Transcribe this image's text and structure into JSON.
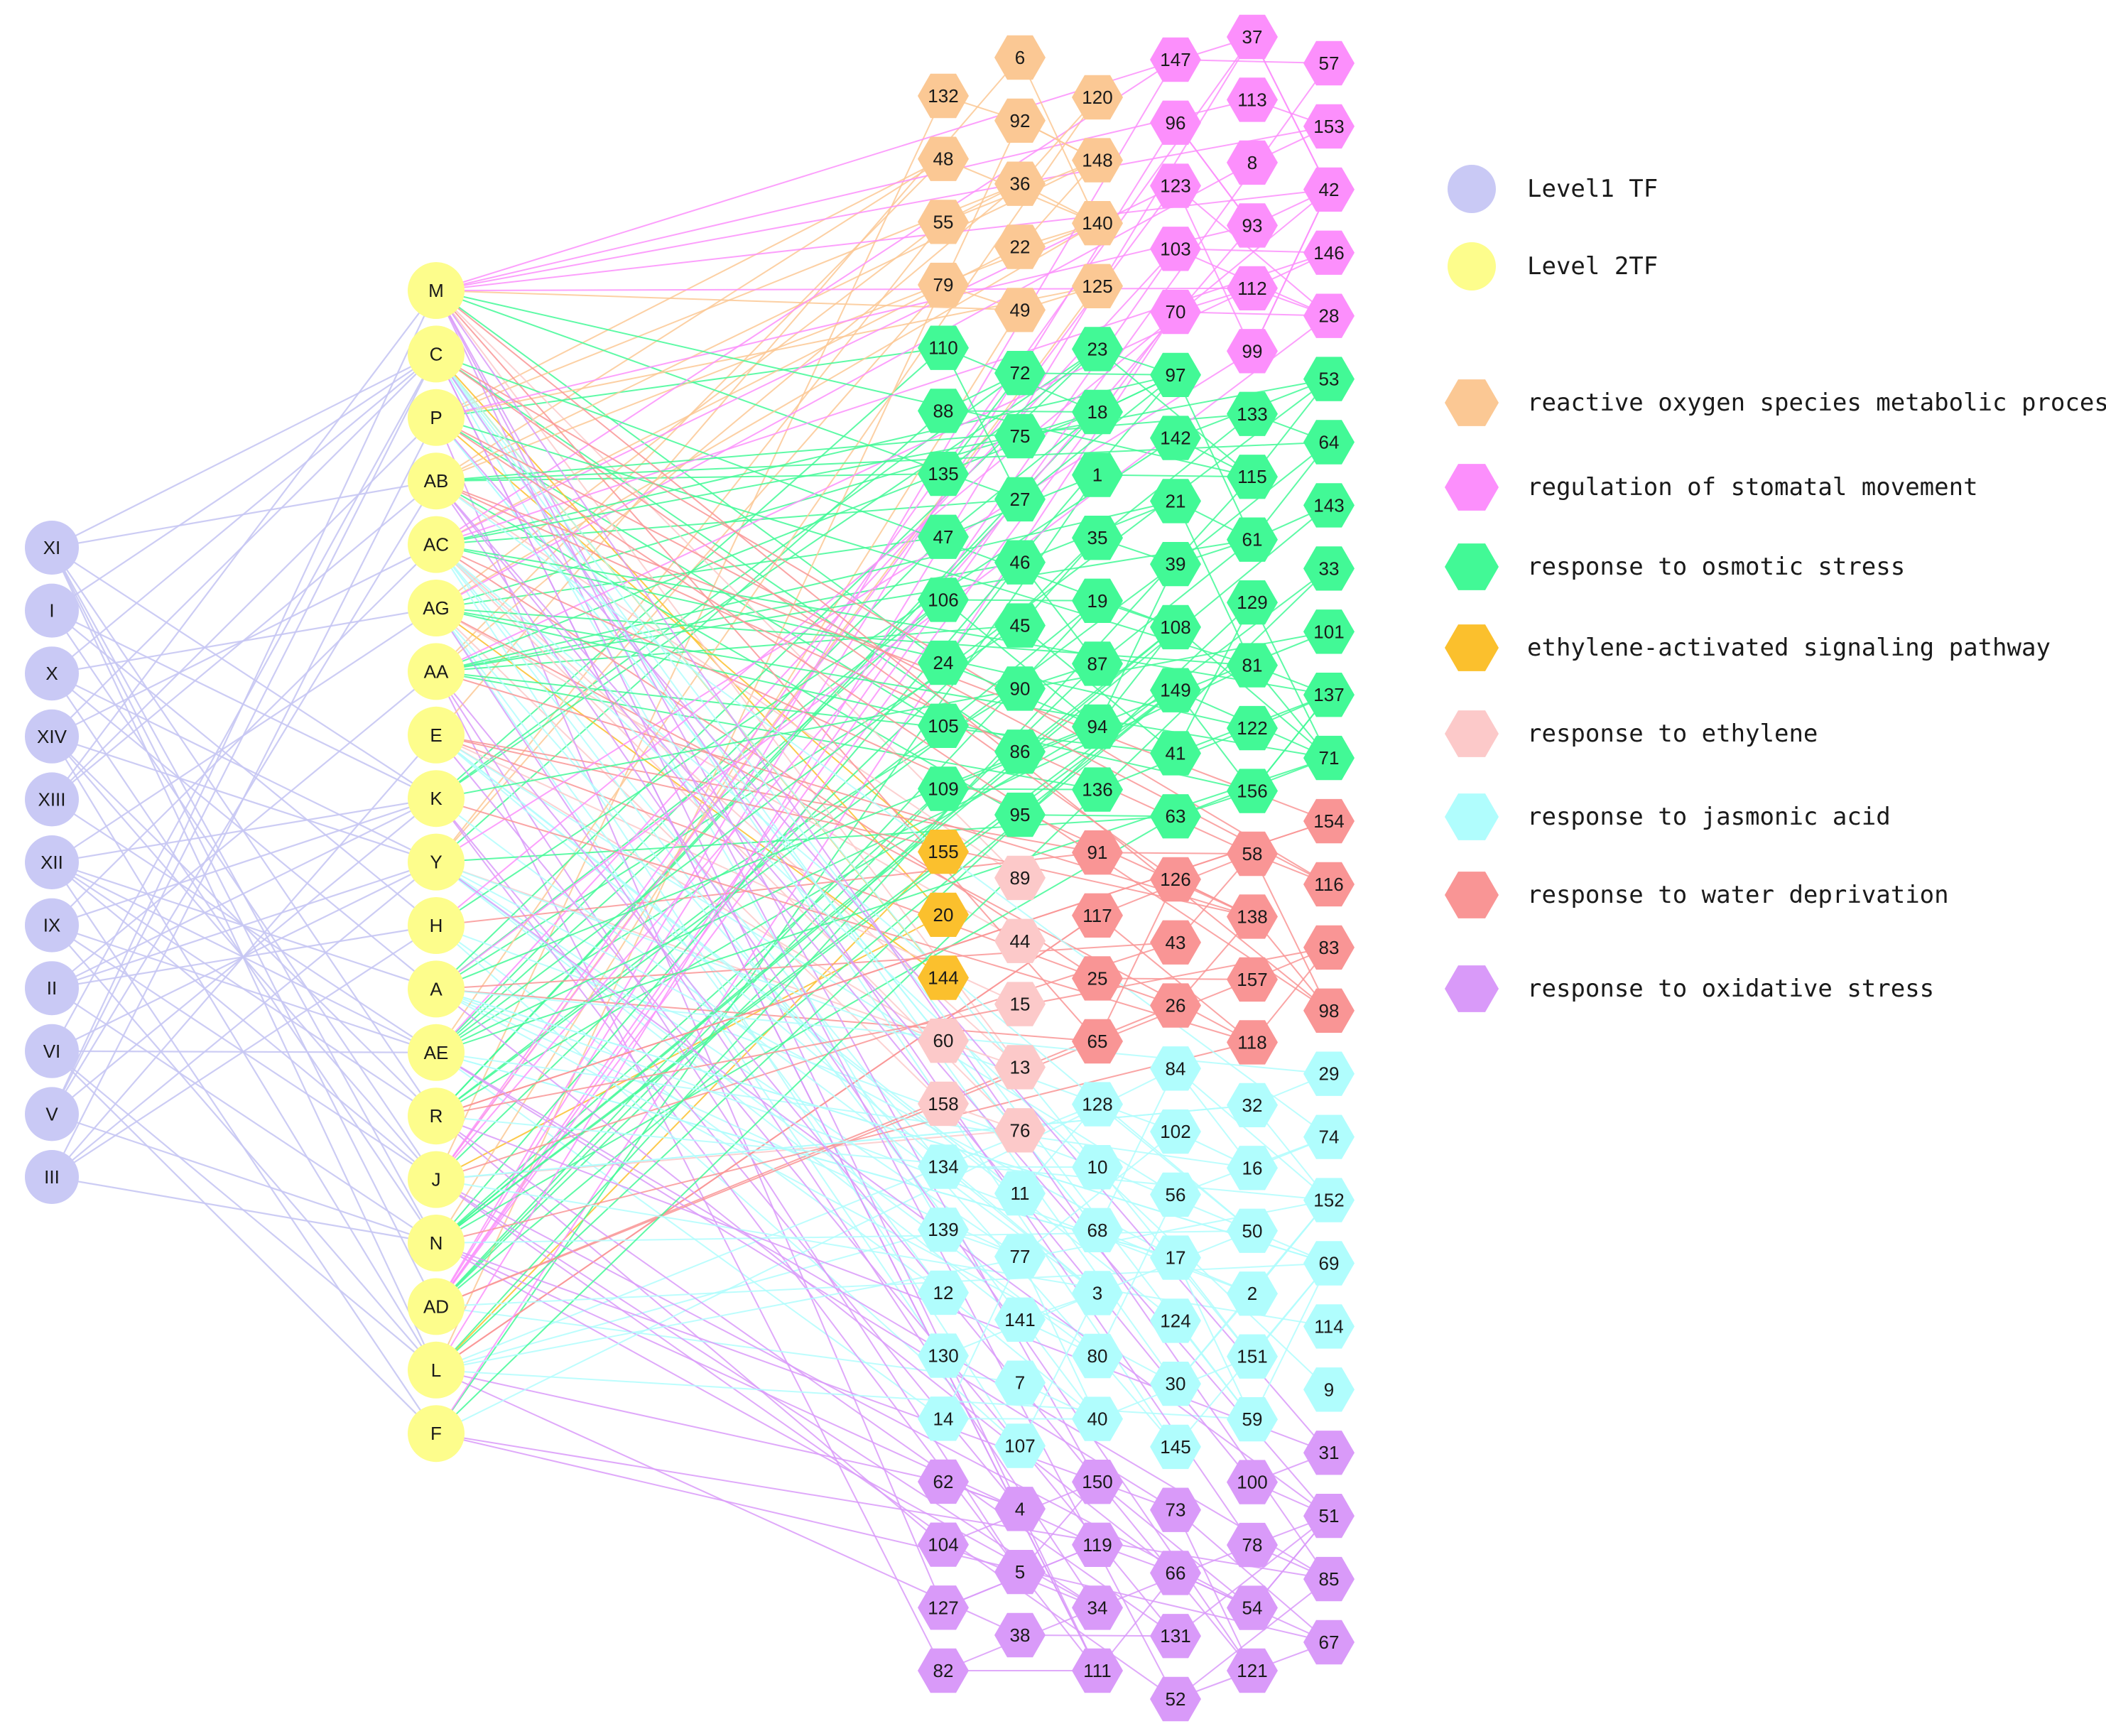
{
  "legend": {
    "tf": [
      {
        "key": "level1",
        "label": "Level1 TF"
      },
      {
        "key": "level2",
        "label": "Level 2TF"
      }
    ],
    "categories": [
      {
        "key": "ros",
        "label": "reactive oxygen species metabolic process"
      },
      {
        "key": "stomatal",
        "label": "regulation of stomatal movement"
      },
      {
        "key": "osmotic",
        "label": "response to osmotic stress"
      },
      {
        "key": "ethpath",
        "label": "ethylene-activated signaling pathway"
      },
      {
        "key": "ethylene",
        "label": "response to ethylene"
      },
      {
        "key": "jasmonic",
        "label": "response to jasmonic acid"
      },
      {
        "key": "water",
        "label": "response to water deprivation"
      },
      {
        "key": "oxidative",
        "label": "response to oxidative stress"
      }
    ]
  },
  "colors": {
    "level1": "#c9c9f5",
    "level2": "#fdfd8c",
    "ros": "#fbc894",
    "stomatal": "#fc8ffc",
    "osmotic": "#42f996",
    "ethpath": "#fbc02d",
    "ethylene": "#fcc9c9",
    "jasmonic": "#b0fdfd",
    "water": "#f99595",
    "oxidative": "#d99af9",
    "edge_level1": "#c6c6f3"
  },
  "level1_tfs": [
    "XI",
    "I",
    "X",
    "XIV",
    "XIII",
    "XII",
    "IX",
    "II",
    "VI",
    "V",
    "III"
  ],
  "level2_tfs": [
    "M",
    "C",
    "P",
    "AB",
    "AC",
    "AG",
    "AA",
    "E",
    "K",
    "Y",
    "H",
    "A",
    "AE",
    "R",
    "J",
    "N",
    "AD",
    "L",
    "F"
  ],
  "target_columns": [
    [
      {
        "id": "132",
        "cat": "ros"
      },
      {
        "id": "48",
        "cat": "ros"
      },
      {
        "id": "55",
        "cat": "ros"
      },
      {
        "id": "79",
        "cat": "ros"
      },
      {
        "id": "110",
        "cat": "osmotic"
      },
      {
        "id": "88",
        "cat": "osmotic"
      },
      {
        "id": "135",
        "cat": "osmotic"
      },
      {
        "id": "47",
        "cat": "osmotic"
      },
      {
        "id": "106",
        "cat": "osmotic"
      },
      {
        "id": "24",
        "cat": "osmotic"
      },
      {
        "id": "105",
        "cat": "osmotic"
      },
      {
        "id": "109",
        "cat": "osmotic"
      },
      {
        "id": "155",
        "cat": "ethpath"
      },
      {
        "id": "20",
        "cat": "ethpath"
      },
      {
        "id": "144",
        "cat": "ethpath"
      },
      {
        "id": "60",
        "cat": "ethylene"
      },
      {
        "id": "158",
        "cat": "ethylene"
      },
      {
        "id": "134",
        "cat": "jasmonic"
      },
      {
        "id": "139",
        "cat": "jasmonic"
      },
      {
        "id": "12",
        "cat": "jasmonic"
      },
      {
        "id": "130",
        "cat": "jasmonic"
      },
      {
        "id": "14",
        "cat": "jasmonic"
      },
      {
        "id": "62",
        "cat": "oxidative"
      },
      {
        "id": "104",
        "cat": "oxidative"
      },
      {
        "id": "127",
        "cat": "oxidative"
      },
      {
        "id": "82",
        "cat": "oxidative"
      }
    ],
    [
      {
        "id": "6",
        "cat": "ros"
      },
      {
        "id": "92",
        "cat": "ros"
      },
      {
        "id": "36",
        "cat": "ros"
      },
      {
        "id": "22",
        "cat": "ros"
      },
      {
        "id": "49",
        "cat": "ros"
      },
      {
        "id": "72",
        "cat": "osmotic"
      },
      {
        "id": "75",
        "cat": "osmotic"
      },
      {
        "id": "27",
        "cat": "osmotic"
      },
      {
        "id": "46",
        "cat": "osmotic"
      },
      {
        "id": "45",
        "cat": "osmotic"
      },
      {
        "id": "90",
        "cat": "osmotic"
      },
      {
        "id": "86",
        "cat": "osmotic"
      },
      {
        "id": "95",
        "cat": "osmotic"
      },
      {
        "id": "89",
        "cat": "ethylene"
      },
      {
        "id": "44",
        "cat": "ethylene"
      },
      {
        "id": "15",
        "cat": "ethylene"
      },
      {
        "id": "13",
        "cat": "ethylene"
      },
      {
        "id": "76",
        "cat": "ethylene"
      },
      {
        "id": "11",
        "cat": "jasmonic"
      },
      {
        "id": "77",
        "cat": "jasmonic"
      },
      {
        "id": "141",
        "cat": "jasmonic"
      },
      {
        "id": "7",
        "cat": "jasmonic"
      },
      {
        "id": "107",
        "cat": "jasmonic"
      },
      {
        "id": "4",
        "cat": "oxidative"
      },
      {
        "id": "5",
        "cat": "oxidative"
      },
      {
        "id": "38",
        "cat": "oxidative"
      }
    ],
    [
      {
        "id": "120",
        "cat": "ros"
      },
      {
        "id": "148",
        "cat": "ros"
      },
      {
        "id": "140",
        "cat": "ros"
      },
      {
        "id": "125",
        "cat": "ros"
      },
      {
        "id": "23",
        "cat": "osmotic"
      },
      {
        "id": "18",
        "cat": "osmotic"
      },
      {
        "id": "1",
        "cat": "osmotic"
      },
      {
        "id": "35",
        "cat": "osmotic"
      },
      {
        "id": "19",
        "cat": "osmotic"
      },
      {
        "id": "87",
        "cat": "osmotic"
      },
      {
        "id": "94",
        "cat": "osmotic"
      },
      {
        "id": "136",
        "cat": "osmotic"
      },
      {
        "id": "91",
        "cat": "water"
      },
      {
        "id": "117",
        "cat": "water"
      },
      {
        "id": "25",
        "cat": "water"
      },
      {
        "id": "65",
        "cat": "water"
      },
      {
        "id": "128",
        "cat": "jasmonic"
      },
      {
        "id": "10",
        "cat": "jasmonic"
      },
      {
        "id": "68",
        "cat": "jasmonic"
      },
      {
        "id": "3",
        "cat": "jasmonic"
      },
      {
        "id": "80",
        "cat": "jasmonic"
      },
      {
        "id": "40",
        "cat": "jasmonic"
      },
      {
        "id": "150",
        "cat": "oxidative"
      },
      {
        "id": "119",
        "cat": "oxidative"
      },
      {
        "id": "34",
        "cat": "oxidative"
      },
      {
        "id": "111",
        "cat": "oxidative"
      }
    ],
    [
      {
        "id": "147",
        "cat": "stomatal"
      },
      {
        "id": "96",
        "cat": "stomatal"
      },
      {
        "id": "123",
        "cat": "stomatal"
      },
      {
        "id": "103",
        "cat": "stomatal"
      },
      {
        "id": "70",
        "cat": "stomatal"
      },
      {
        "id": "97",
        "cat": "osmotic"
      },
      {
        "id": "142",
        "cat": "osmotic"
      },
      {
        "id": "21",
        "cat": "osmotic"
      },
      {
        "id": "39",
        "cat": "osmotic"
      },
      {
        "id": "108",
        "cat": "osmotic"
      },
      {
        "id": "149",
        "cat": "osmotic"
      },
      {
        "id": "41",
        "cat": "osmotic"
      },
      {
        "id": "63",
        "cat": "osmotic"
      },
      {
        "id": "126",
        "cat": "water"
      },
      {
        "id": "43",
        "cat": "water"
      },
      {
        "id": "26",
        "cat": "water"
      },
      {
        "id": "84",
        "cat": "jasmonic"
      },
      {
        "id": "102",
        "cat": "jasmonic"
      },
      {
        "id": "56",
        "cat": "jasmonic"
      },
      {
        "id": "17",
        "cat": "jasmonic"
      },
      {
        "id": "124",
        "cat": "jasmonic"
      },
      {
        "id": "30",
        "cat": "jasmonic"
      },
      {
        "id": "145",
        "cat": "jasmonic"
      },
      {
        "id": "73",
        "cat": "oxidative"
      },
      {
        "id": "66",
        "cat": "oxidative"
      },
      {
        "id": "131",
        "cat": "oxidative"
      },
      {
        "id": "52",
        "cat": "oxidative"
      }
    ],
    [
      {
        "id": "37",
        "cat": "stomatal"
      },
      {
        "id": "113",
        "cat": "stomatal"
      },
      {
        "id": "8",
        "cat": "stomatal"
      },
      {
        "id": "93",
        "cat": "stomatal"
      },
      {
        "id": "112",
        "cat": "stomatal"
      },
      {
        "id": "99",
        "cat": "stomatal"
      },
      {
        "id": "133",
        "cat": "osmotic"
      },
      {
        "id": "115",
        "cat": "osmotic"
      },
      {
        "id": "61",
        "cat": "osmotic"
      },
      {
        "id": "129",
        "cat": "osmotic"
      },
      {
        "id": "81",
        "cat": "osmotic"
      },
      {
        "id": "122",
        "cat": "osmotic"
      },
      {
        "id": "156",
        "cat": "osmotic"
      },
      {
        "id": "58",
        "cat": "water"
      },
      {
        "id": "138",
        "cat": "water"
      },
      {
        "id": "157",
        "cat": "water"
      },
      {
        "id": "118",
        "cat": "water"
      },
      {
        "id": "32",
        "cat": "jasmonic"
      },
      {
        "id": "16",
        "cat": "jasmonic"
      },
      {
        "id": "50",
        "cat": "jasmonic"
      },
      {
        "id": "2",
        "cat": "jasmonic"
      },
      {
        "id": "151",
        "cat": "jasmonic"
      },
      {
        "id": "59",
        "cat": "jasmonic"
      },
      {
        "id": "100",
        "cat": "oxidative"
      },
      {
        "id": "78",
        "cat": "oxidative"
      },
      {
        "id": "54",
        "cat": "oxidative"
      },
      {
        "id": "121",
        "cat": "oxidative"
      }
    ],
    [
      {
        "id": "57",
        "cat": "stomatal"
      },
      {
        "id": "153",
        "cat": "stomatal"
      },
      {
        "id": "42",
        "cat": "stomatal"
      },
      {
        "id": "146",
        "cat": "stomatal"
      },
      {
        "id": "28",
        "cat": "stomatal"
      },
      {
        "id": "53",
        "cat": "osmotic"
      },
      {
        "id": "64",
        "cat": "osmotic"
      },
      {
        "id": "143",
        "cat": "osmotic"
      },
      {
        "id": "33",
        "cat": "osmotic"
      },
      {
        "id": "101",
        "cat": "osmotic"
      },
      {
        "id": "137",
        "cat": "osmotic"
      },
      {
        "id": "71",
        "cat": "osmotic"
      },
      {
        "id": "154",
        "cat": "water"
      },
      {
        "id": "116",
        "cat": "water"
      },
      {
        "id": "83",
        "cat": "water"
      },
      {
        "id": "98",
        "cat": "water"
      },
      {
        "id": "29",
        "cat": "jasmonic"
      },
      {
        "id": "74",
        "cat": "jasmonic"
      },
      {
        "id": "152",
        "cat": "jasmonic"
      },
      {
        "id": "69",
        "cat": "jasmonic"
      },
      {
        "id": "114",
        "cat": "jasmonic"
      },
      {
        "id": "9",
        "cat": "jasmonic"
      },
      {
        "id": "31",
        "cat": "oxidative"
      },
      {
        "id": "51",
        "cat": "oxidative"
      },
      {
        "id": "85",
        "cat": "oxidative"
      },
      {
        "id": "67",
        "cat": "oxidative"
      }
    ]
  ]
}
